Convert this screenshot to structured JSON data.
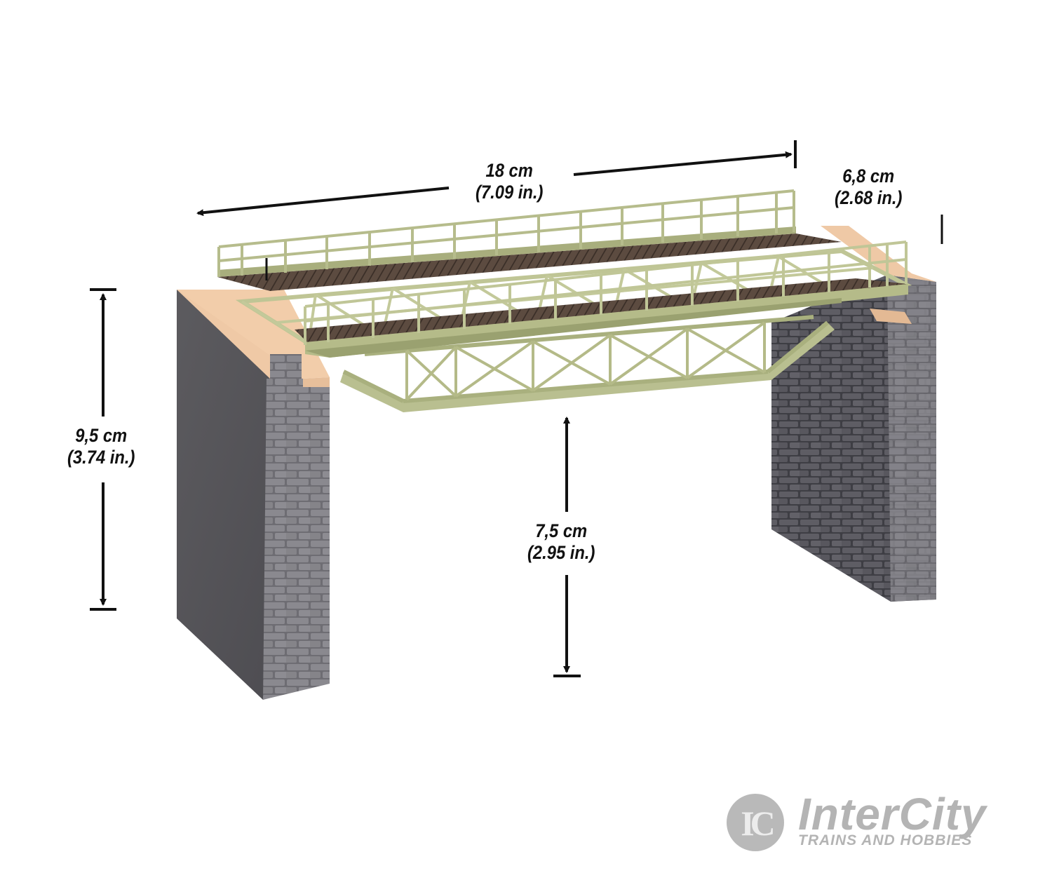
{
  "product": {
    "subject": "Model railway truss bridge with stone abutments",
    "colors": {
      "background": "#ffffff",
      "truss_green": "#b9bf90",
      "truss_dark": "#8f9668",
      "deck_wood": "#5a4a40",
      "abutment_cap": "#efc9a6",
      "stone_gray": "#6d6c70",
      "stone_dark": "#4a4a50",
      "annotation_ink": "#111111"
    }
  },
  "dimensions": {
    "length": {
      "metric": "18 cm",
      "imperial": "(7.09 in.)"
    },
    "width": {
      "metric": "6,8 cm",
      "imperial": "(2.68 in.)"
    },
    "height": {
      "metric": "9,5 cm",
      "imperial": "(3.74 in.)"
    },
    "clearance": {
      "metric": "7,5 cm",
      "imperial": "(2.95 in.)"
    }
  },
  "watermark": {
    "icon": "ic-logo-icon",
    "monogram": "IC",
    "name": "InterCity",
    "tagline": "TRAINS AND HOBBIES"
  }
}
